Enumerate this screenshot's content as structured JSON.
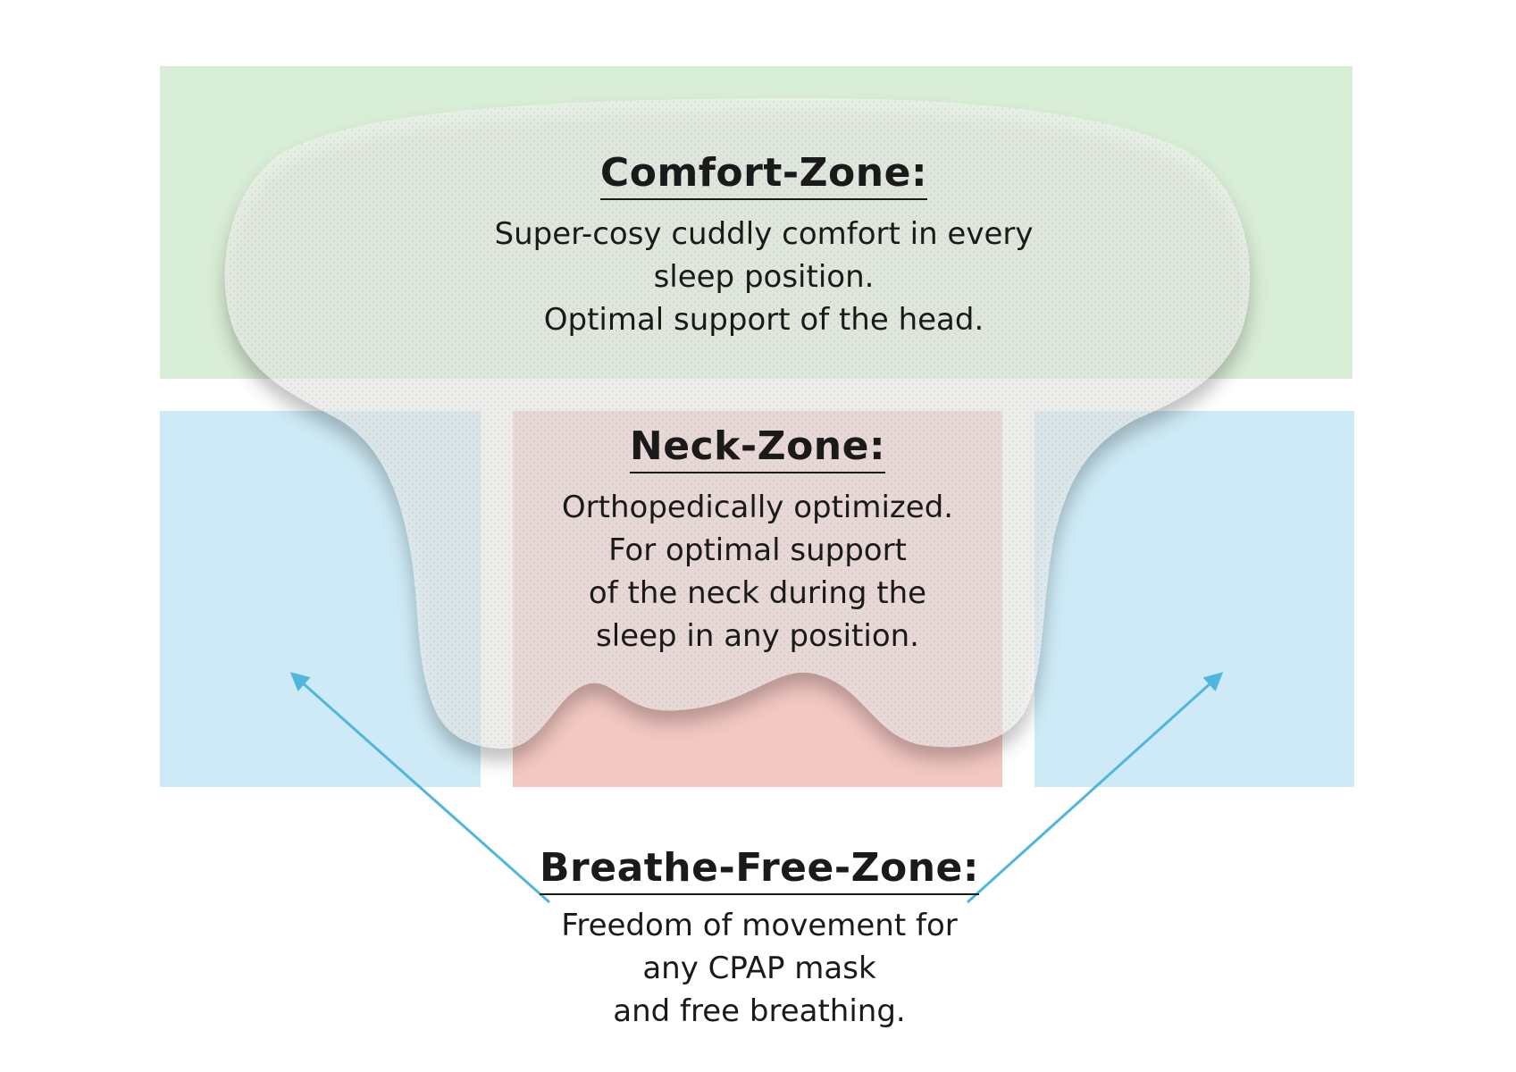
{
  "colors": {
    "comfort_zone": "#d9eed6",
    "neck_zone": "#f3c7c2",
    "breathe_zone": "#cdeaf6",
    "arrow": "#4fb6dd",
    "pillow": "#f4f4f2"
  },
  "comfort_zone": {
    "title": "Comfort-Zone:",
    "lines": [
      "Super-cosy cuddly comfort in every",
      "sleep position.",
      "Optimal support of the head."
    ]
  },
  "neck_zone": {
    "title": "Neck-Zone:",
    "lines": [
      "Orthopedically optimized.",
      "For optimal support",
      "of the neck during the",
      "sleep in any position."
    ]
  },
  "breathe_free_zone": {
    "title": "Breathe-Free-Zone:",
    "lines": [
      "Freedom of movement for",
      "any CPAP mask",
      "and free breathing."
    ]
  }
}
